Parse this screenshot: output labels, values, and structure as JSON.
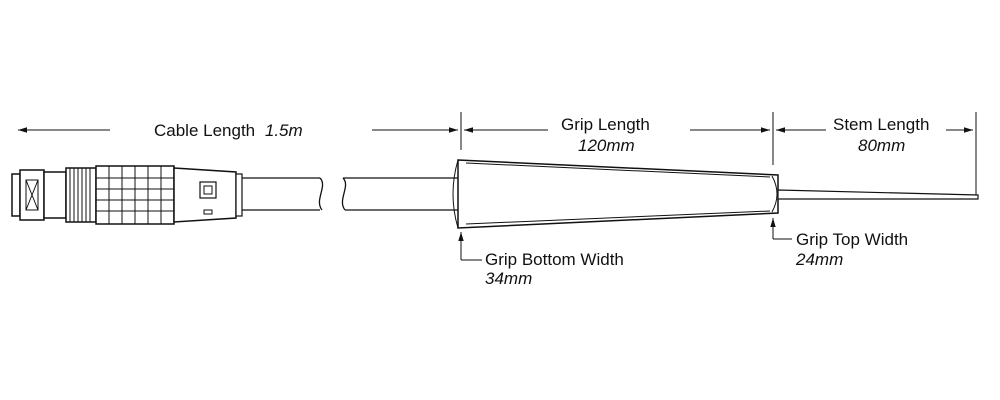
{
  "cable": {
    "label": "Cable Length",
    "value": "1.5m"
  },
  "grip_length": {
    "label": "Grip Length",
    "value": "120mm"
  },
  "stem_length": {
    "label": "Stem Length",
    "value": "80mm"
  },
  "grip_bottom_width": {
    "label": "Grip Bottom Width",
    "value": "34mm"
  },
  "grip_top_width": {
    "label": "Grip Top Width",
    "value": "24mm"
  },
  "colors": {
    "line": "#111111",
    "background": "#ffffff"
  }
}
